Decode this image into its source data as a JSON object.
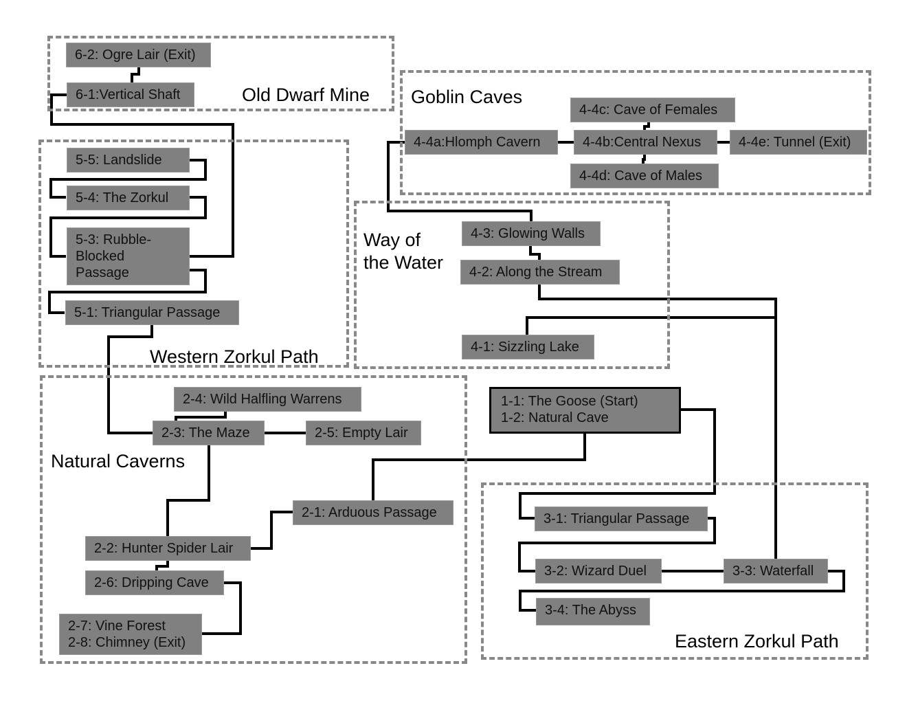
{
  "title": "Zorkul cave map",
  "colors": {
    "node_fill": "#808080",
    "region_border": "#888888",
    "connector": "#000000",
    "background": "#ffffff"
  },
  "regions": {
    "old_dwarf_mine": "Old Dwarf Mine",
    "goblin_caves": "Goblin Caves",
    "western_zorkul_path": "Western Zorkul Path",
    "way_of_the_water": "Way of\nthe Water",
    "natural_caverns": "Natural Caverns",
    "eastern_zorkul_path": "Eastern Zorkul Path"
  },
  "nodes": {
    "n6_2": "6-2: Ogre Lair (Exit)",
    "n6_1": "6-1:Vertical Shaft",
    "n5_5": "5-5: Landslide",
    "n5_4": "5-4: The Zorkul",
    "n5_3": "5-3: Rubble-\nBlocked\nPassage",
    "n5_1": "5-1: Triangular Passage",
    "n4_4a": "4-4a:Hlomph Cavern",
    "n4_4b": "4-4b:Central Nexus",
    "n4_4c": "4-4c: Cave of Females",
    "n4_4d": "4-4d: Cave of Males",
    "n4_4e": "4-4e: Tunnel (Exit)",
    "n4_3": "4-3: Glowing Walls",
    "n4_2": "4-2: Along the Stream",
    "n4_1": "4-1: Sizzling Lake",
    "n2_4": "2-4: Wild Halfling Warrens",
    "n2_3": "2-3: The Maze",
    "n2_5": "2-5: Empty Lair",
    "n2_1": "2-1: Arduous Passage",
    "n2_2": "2-2: Hunter Spider Lair",
    "n2_6": "2-6: Dripping Cave",
    "n2_7_8": "2-7: Vine Forest\n2-8: Chimney (Exit)",
    "n1_1_2": "1-1: The Goose (Start)\n1-2: Natural Cave",
    "n3_1": "3-1: Triangular Passage",
    "n3_2": "3-2: Wizard Duel",
    "n3_3": "3-3: Waterfall",
    "n3_4": "3-4: The Abyss"
  },
  "connections": [
    [
      "n6_2",
      "n6_1"
    ],
    [
      "n6_1",
      "n5_3"
    ],
    [
      "n5_5",
      "n5_4"
    ],
    [
      "n5_4",
      "n5_3"
    ],
    [
      "n5_3",
      "n5_1"
    ],
    [
      "n5_1",
      "n2_3"
    ],
    [
      "n2_4",
      "n2_3"
    ],
    [
      "n2_3",
      "n2_5"
    ],
    [
      "n2_3",
      "n2_2"
    ],
    [
      "n2_2",
      "n2_1"
    ],
    [
      "n2_2",
      "n2_6"
    ],
    [
      "n2_6",
      "n2_7_8"
    ],
    [
      "n2_1",
      "n1_1_2"
    ],
    [
      "n1_1_2",
      "n3_1"
    ],
    [
      "n3_1",
      "n3_2"
    ],
    [
      "n3_2",
      "n3_3"
    ],
    [
      "n3_3",
      "n3_4"
    ],
    [
      "n3_3",
      "n4_2"
    ],
    [
      "n3_3",
      "n4_1"
    ],
    [
      "n4_2",
      "n4_3"
    ],
    [
      "n4_3",
      "n4_4a"
    ],
    [
      "n4_4a",
      "n4_4b"
    ],
    [
      "n4_4b",
      "n4_4c"
    ],
    [
      "n4_4b",
      "n4_4d"
    ],
    [
      "n4_4b",
      "n4_4e"
    ]
  ]
}
